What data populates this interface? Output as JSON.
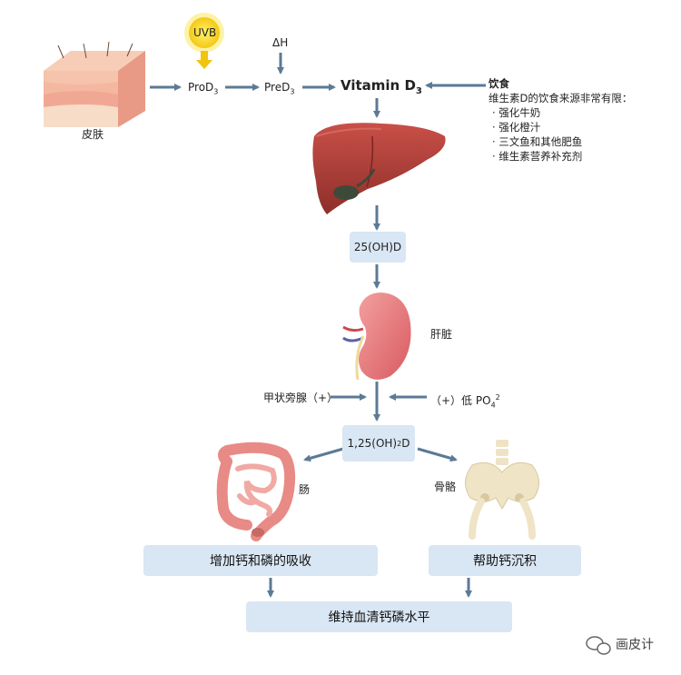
{
  "uvb": {
    "label": "UVB"
  },
  "delta_h": {
    "label": "ΔH"
  },
  "skin": {
    "label": "皮肤"
  },
  "prod3": {
    "base": "ProD",
    "sub": "3"
  },
  "pred3": {
    "base": "PreD",
    "sub": "3"
  },
  "vitd3": {
    "base": "Vitamin D",
    "sub": "3"
  },
  "diet": {
    "title": "饮食",
    "intro": "维生素D的饮食来源非常有限：",
    "items": [
      "· 强化牛奶",
      "· 强化橙汁",
      "· 三文鱼和其他肥鱼",
      "· 维生素营养补充剂"
    ]
  },
  "box_25ohd": {
    "label": "25(OH)D"
  },
  "kidney_label": {
    "label": "肝脏"
  },
  "parathyroid": {
    "label": "甲状旁腺（+）"
  },
  "low_po4": {
    "prefix": "（+）低 PO",
    "sub": "4",
    "sup": "2"
  },
  "box_125": {
    "pre": "1,25(OH)",
    "sub": "2",
    "post": "D"
  },
  "intestine_label": {
    "label": "肠"
  },
  "bone_label": {
    "label": "骨骼"
  },
  "box_absorb": {
    "label": "增加钙和磷的吸收"
  },
  "box_deposit": {
    "label": "帮助钙沉积"
  },
  "box_maintain": {
    "label": "维持血清钙磷水平"
  },
  "watermark": {
    "label": "画皮计"
  },
  "colors": {
    "arrow": "#5b7a96",
    "box": "#d9e6f3",
    "liver": "#b8433b",
    "kidney": "#e2787a",
    "sun": "#f4d21a"
  }
}
